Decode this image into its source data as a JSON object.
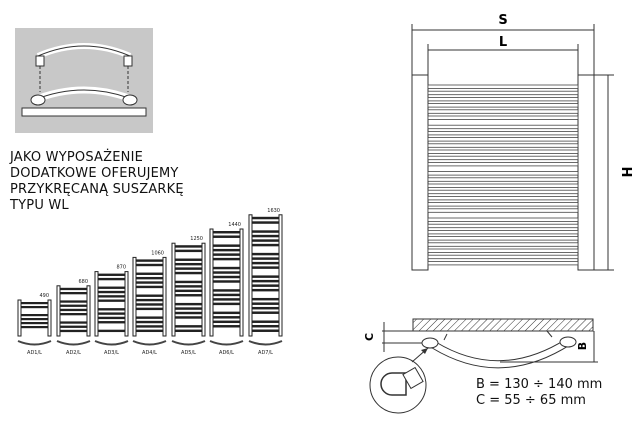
{
  "note": {
    "line1": "JAKO WYPOSAŻENIE",
    "line2": "DODATKOWE OFERUJEMY",
    "line3": "PRZYKRĘCANĄ SUSZARKĘ",
    "line4": "TYPU WL"
  },
  "models": [
    {
      "label": "AD1/L",
      "height": "490",
      "bars": 8
    },
    {
      "label": "AD2/L",
      "height": "680",
      "bars": 11
    },
    {
      "label": "AD3/L",
      "height": "870",
      "bars": 14
    },
    {
      "label": "AD4/L",
      "height": "1060",
      "bars": 17
    },
    {
      "label": "AD5/L",
      "height": "1250",
      "bars": 20
    },
    {
      "label": "AD6/L",
      "height": "1440",
      "bars": 23
    },
    {
      "label": "AD7/L",
      "height": "1630",
      "bars": 26
    }
  ],
  "dimensions": {
    "s": "S",
    "l": "L",
    "h": "H",
    "b": "B",
    "c": "C"
  },
  "formula": {
    "b": "B = 130 ÷ 140 mm",
    "c": "C = 55 ÷ 65 mm"
  },
  "colors": {
    "inset_bg": "#c8c8c8",
    "line": "#333333"
  }
}
